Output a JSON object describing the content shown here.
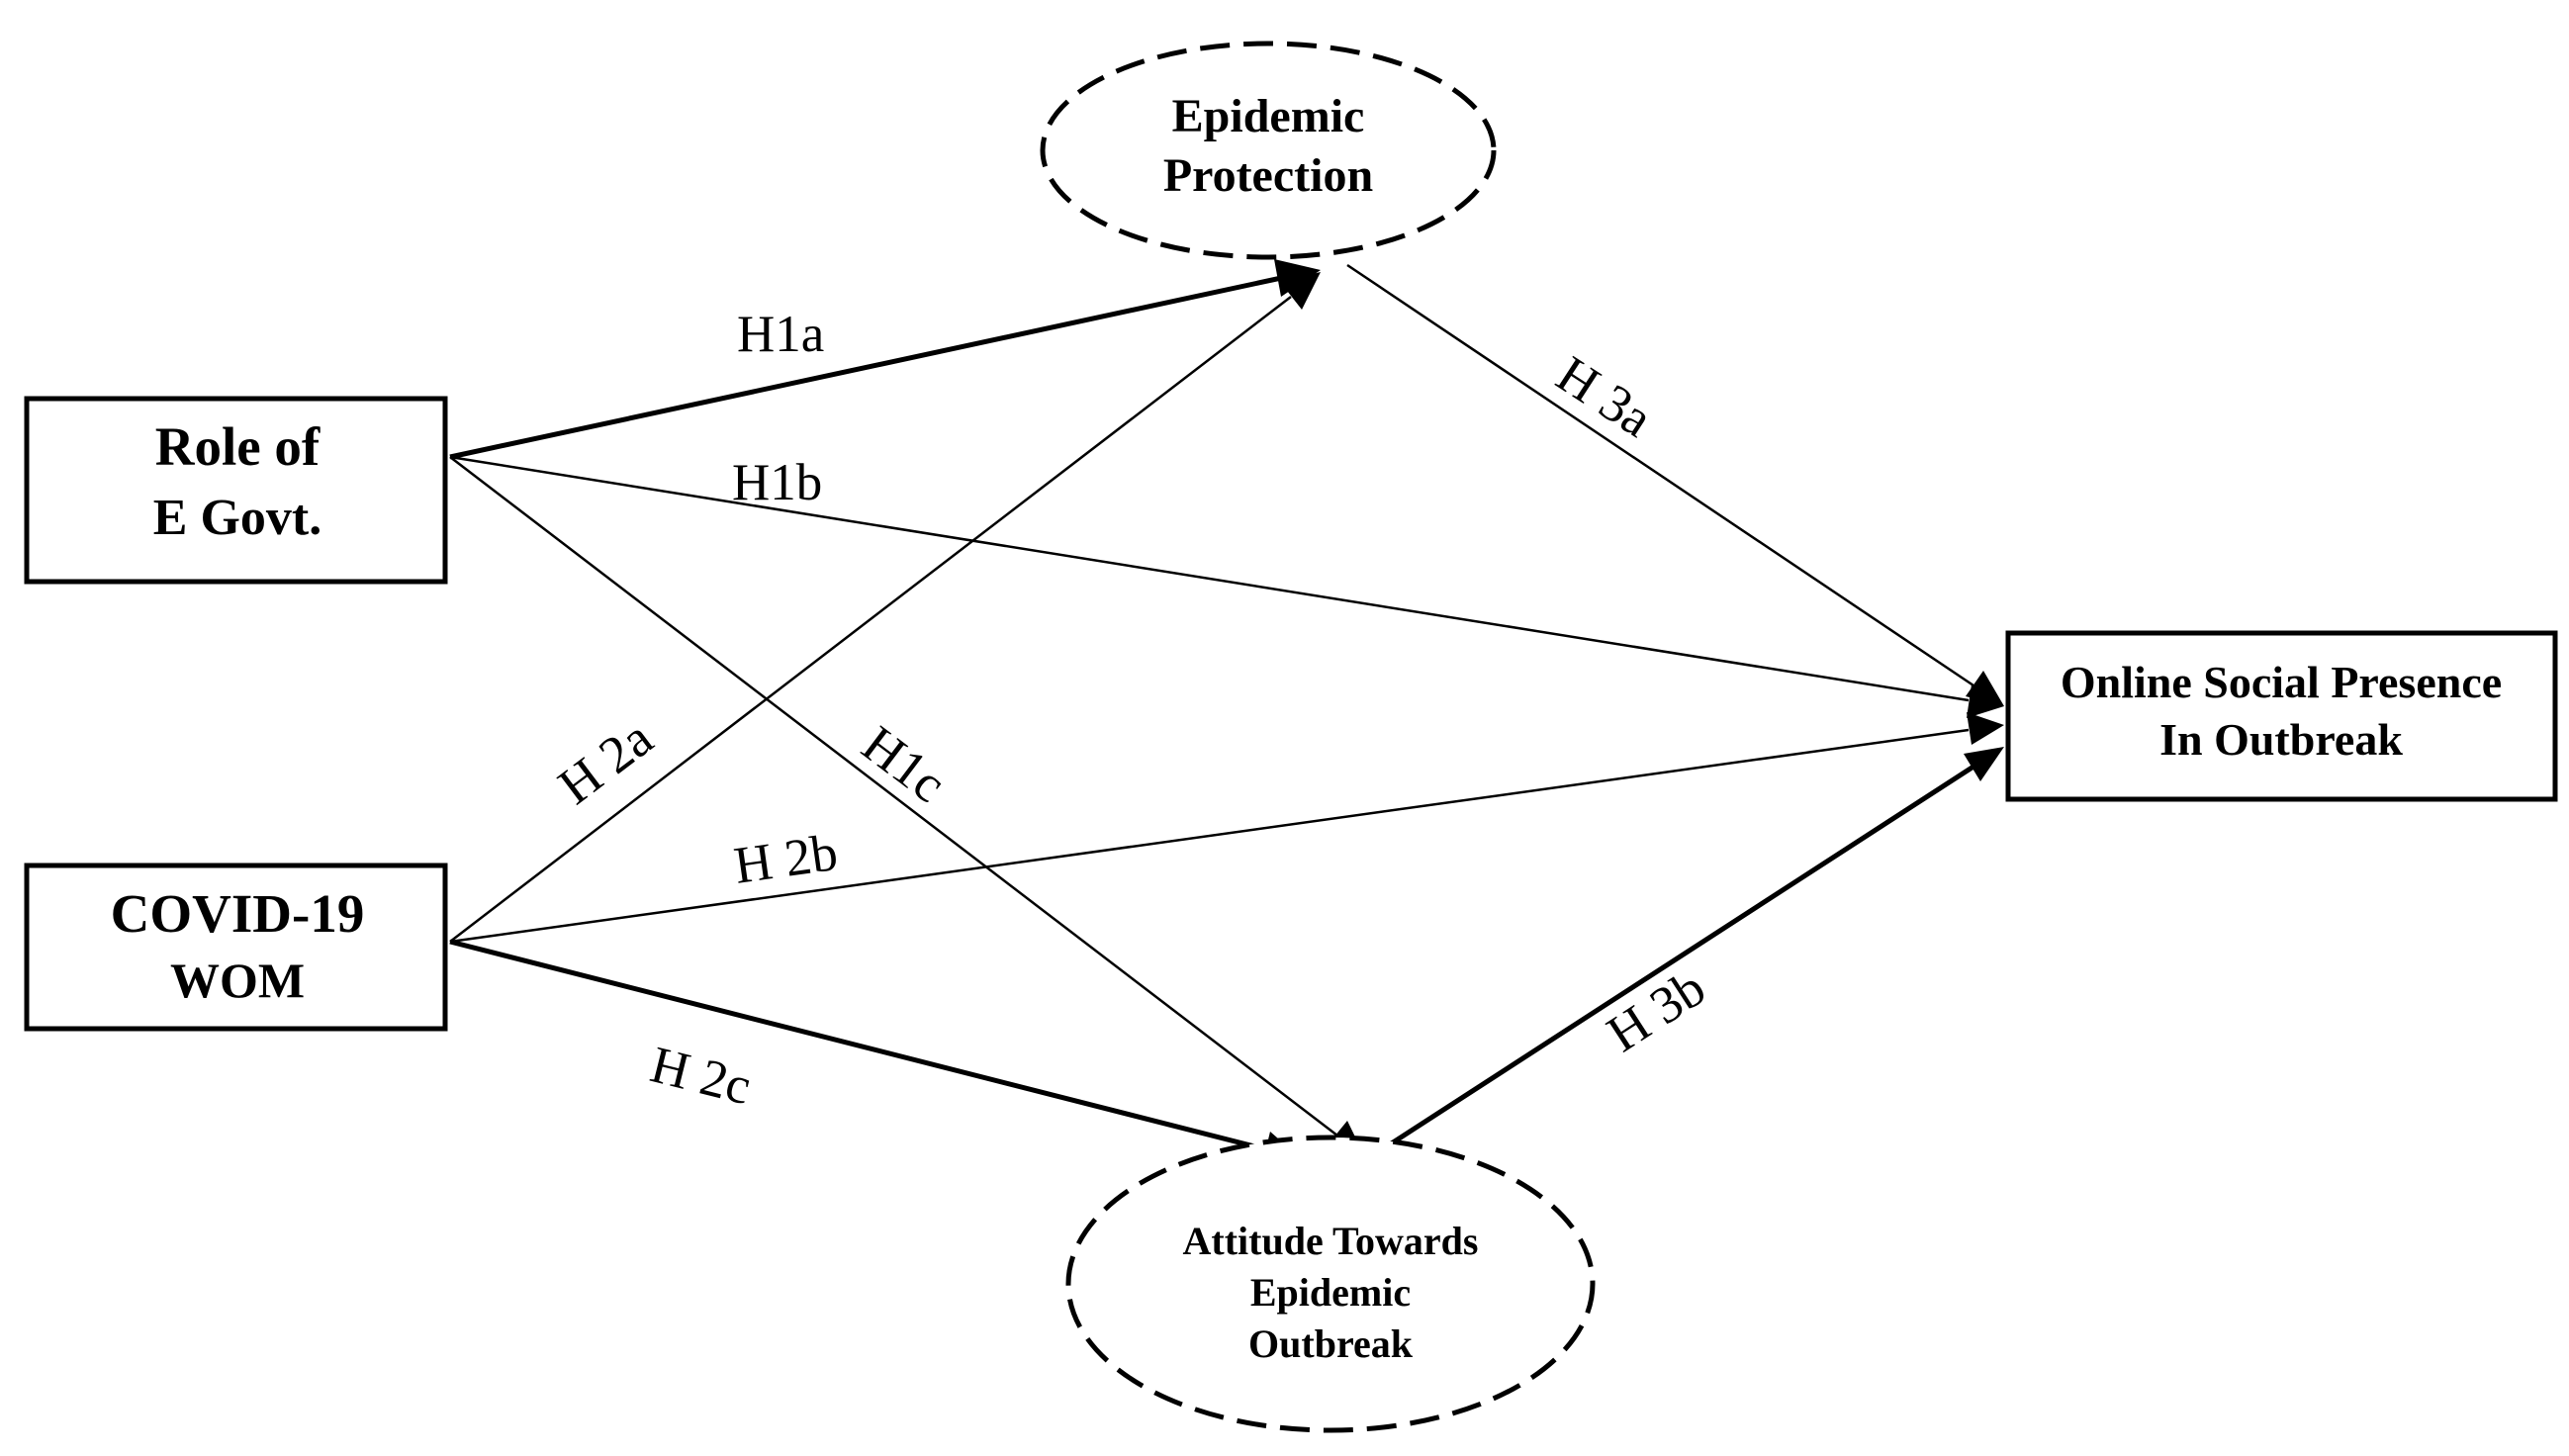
{
  "nodes": {
    "role_egovt": {
      "line1": "Role of",
      "line2": "E Govt."
    },
    "covid_wom": {
      "line1": "COVID-19",
      "line2": "WOM"
    },
    "epidemic_protection": {
      "line1": "Epidemic",
      "line2": "Protection"
    },
    "attitude": {
      "line1": "Attitude Towards",
      "line2": "Epidemic",
      "line3": "Outbreak"
    },
    "online_social_presence": {
      "line1": "Online Social Presence",
      "line2": "In Outbreak"
    }
  },
  "edges": {
    "h1a": "H1a",
    "h1b": "H1b",
    "h1c": "H1c",
    "h2a": "H 2a",
    "h2b": "H 2b",
    "h2c": "H 2c",
    "h3a": "H 3a",
    "h3b": "H 3b"
  }
}
